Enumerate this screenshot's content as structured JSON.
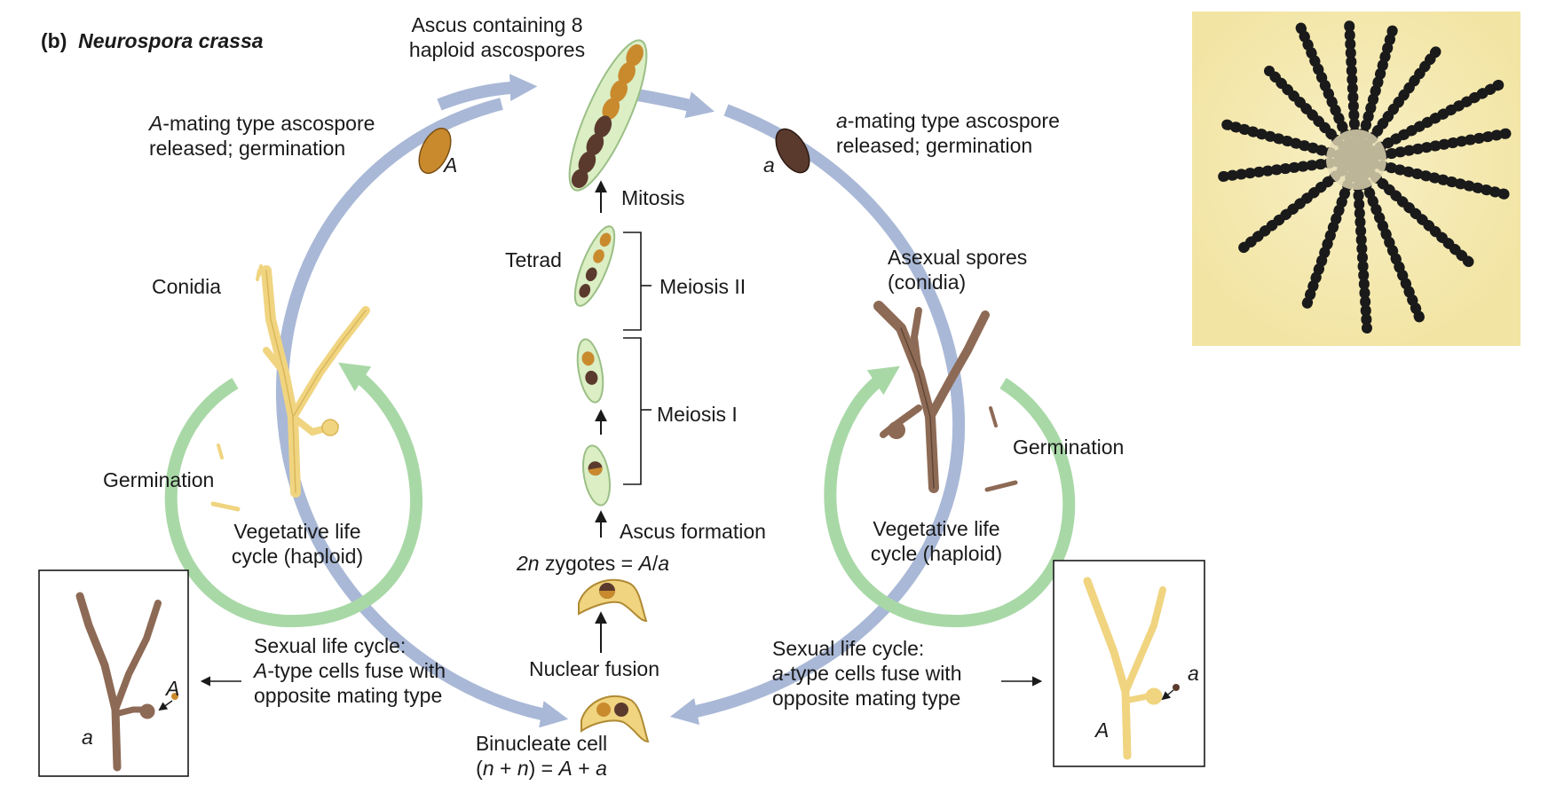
{
  "panel": {
    "label": "(b)",
    "species": "Neurospora crassa"
  },
  "ascus": {
    "line1": "Ascus containing 8",
    "line2": "haploid ascospores"
  },
  "A_spore": {
    "line1_sym": "A",
    "line1_rest": "-mating type ascospore",
    "line2": "released; germination",
    "tag": "A"
  },
  "a_spore": {
    "line1_sym": "a",
    "line1_rest": "-mating type ascospore",
    "line2": "released; germination",
    "tag": "a"
  },
  "center": {
    "mitosis": "Mitosis",
    "tetrad": "Tetrad",
    "meiosis2": "Meiosis II",
    "meiosis1": "Meiosis I",
    "ascus_formation": "Ascus formation",
    "zygote_n": "2n",
    "zygote_rest": " zygotes = ",
    "zygote_A": "A",
    "zygote_slash": "/",
    "zygote_a": "a",
    "nuclear_fusion": "Nuclear fusion",
    "binucleate": "Binucleate cell",
    "bn_open": "(",
    "bn_n1": "n",
    "bn_plus": " + ",
    "bn_n2": "n",
    "bn_eq": ") = ",
    "bn_A": "A",
    "bn_plus2": " + ",
    "bn_a": "a"
  },
  "left": {
    "conidia": "Conidia",
    "germination": "Germination",
    "veg1": "Vegetative life",
    "veg2": "cycle (haploid)",
    "sex1": "Sexual life cycle:",
    "sex2_sym": "A",
    "sex2_rest": "-type cells fuse with",
    "sex3": "opposite mating type",
    "box_mycelium": "a",
    "box_cell": "A"
  },
  "right": {
    "asexual1": "Asexual spores",
    "asexual2": "(conidia)",
    "germination": "Germination",
    "veg1": "Vegetative life",
    "veg2": "cycle (haploid)",
    "sex1": "Sexual life cycle:",
    "sex2_sym": "a",
    "sex2_rest": "-type cells fuse with",
    "sex3": "opposite mating type",
    "box_mycelium": "A",
    "box_cell": "a"
  },
  "colors": {
    "big_cycle": "#a9b8d6",
    "veg_cycle": "#a9d8a7",
    "A_mycelium": "#f0d480",
    "a_mycelium": "#8d6a55",
    "ascus_green": "#dbeec4",
    "photo_bg": "#f2e4a2"
  }
}
